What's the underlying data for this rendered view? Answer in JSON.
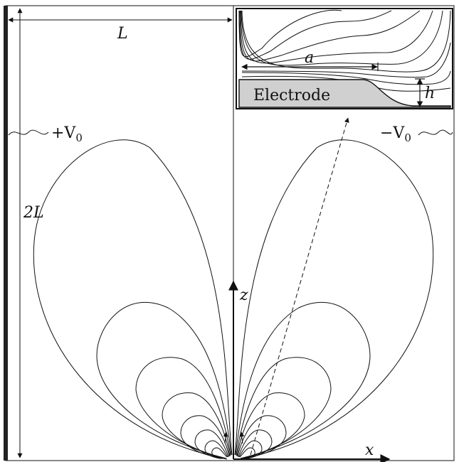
{
  "labels": {
    "L": "L",
    "two_L": "2L",
    "plus_v0_sign": "+V",
    "minus_v0_sign": "−V",
    "v0_subscript": "0",
    "z_axis": "z",
    "x_axis": "x",
    "a": "a",
    "h": "h",
    "electrode": "Electrode"
  },
  "colors": {
    "line": "#111111",
    "electrode_fill": "#d0d0d0",
    "electrode_bar": "#222222"
  }
}
